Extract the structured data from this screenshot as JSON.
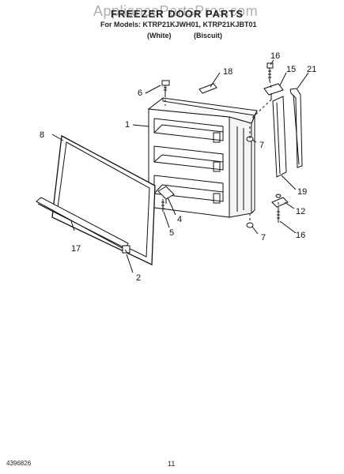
{
  "header": {
    "watermark": "AppliancePartsPros.com",
    "title": "FREEZER DOOR PARTS",
    "models": "For Models: KTRP21KJWH01, KTRP21KJBT01",
    "variant_white": "(White)",
    "variant_biscuit": "(Biscuit)"
  },
  "callouts": {
    "c1": "1",
    "c2": "2",
    "c4": "4",
    "c5": "5",
    "c6": "6",
    "c7a": "7",
    "c7b": "7",
    "c8": "8",
    "c12": "12",
    "c15": "15",
    "c16a": "16",
    "c16b": "16",
    "c17": "17",
    "c18": "18",
    "c19": "19",
    "c21": "21"
  },
  "footer": {
    "doc_number": "4396826",
    "page_number": "11"
  }
}
